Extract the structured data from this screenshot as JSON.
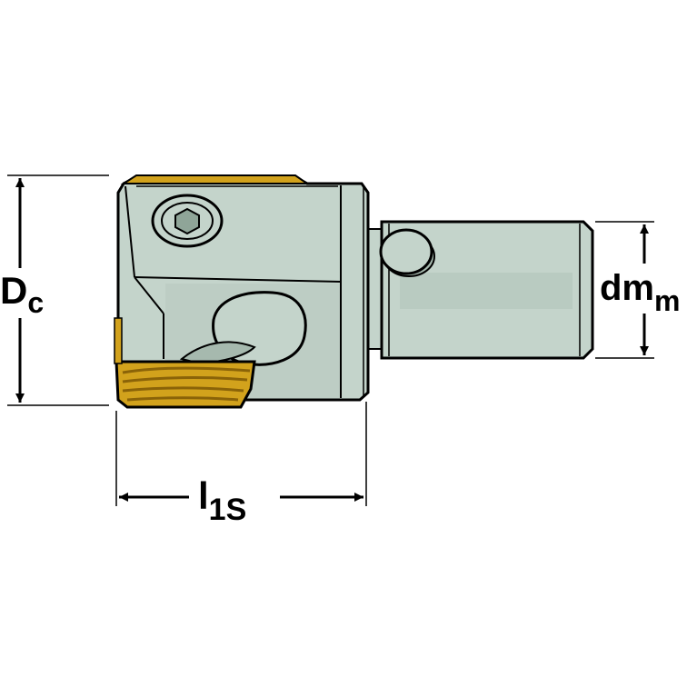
{
  "labels": {
    "diameter_main": "D",
    "diameter_sub": "c",
    "shank_main": "dm",
    "shank_sub": "m",
    "length_main": "l",
    "length_sub": "1S"
  },
  "colors": {
    "body": "#c4d4cb",
    "body_shade": "#a6b9ae",
    "insert": "#d2a21c",
    "insert_dark": "#8a6308",
    "outline": "#000000"
  }
}
